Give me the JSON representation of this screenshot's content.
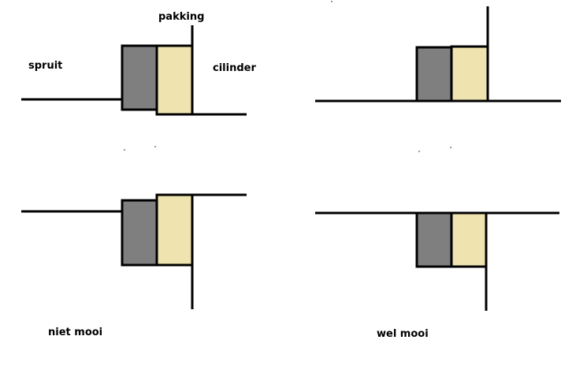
{
  "labels": {
    "pakking": "pakking",
    "spruit": "spruit",
    "cilinder": "cilinder",
    "niet_mooi": "niet mooi",
    "wel_mooi": "wel mooi"
  },
  "colors": {
    "line": "#000000",
    "block_dark": "#7f7f7f",
    "block_light": "#efe4b0",
    "background": "#ffffff"
  }
}
